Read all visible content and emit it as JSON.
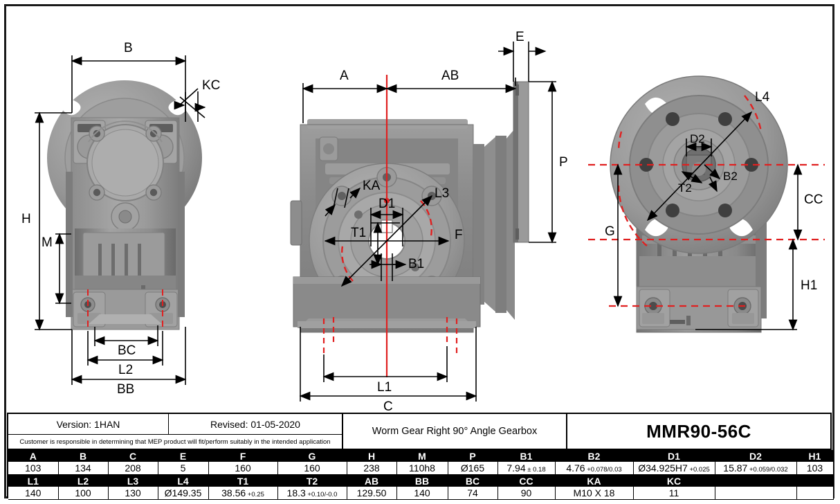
{
  "drawing": {
    "views": {
      "left": {
        "name": "input-end-elevation",
        "labels": [
          "B",
          "KC",
          "H",
          "M",
          "BC",
          "L2",
          "BB"
        ]
      },
      "center": {
        "name": "output-flange-plan",
        "labels": [
          "A",
          "AB",
          "E",
          "P",
          "KA",
          "L3",
          "D1",
          "T1",
          "F",
          "B1",
          "L1",
          "C"
        ]
      },
      "right": {
        "name": "output-end-elevation",
        "labels": [
          "L4",
          "D2",
          "B2",
          "T2",
          "CC",
          "G",
          "H1"
        ]
      }
    }
  },
  "titleblock": {
    "version": "Version: 1HAN",
    "revised": "Revised: 01-05-2020",
    "disclaimer": "Customer is responsible in determining that MEP product will fit/perform suitably in the intended application",
    "description": "Worm Gear Right 90° Angle Gearbox",
    "model": "MMR90-56C"
  },
  "spec_table": {
    "row1_headers": [
      "A",
      "B",
      "C",
      "E",
      "F",
      "G",
      "H",
      "M",
      "P",
      "B1",
      "B2",
      "D1",
      "D2",
      "H1"
    ],
    "row1_values": [
      {
        "main": "103",
        "tol": ""
      },
      {
        "main": "134",
        "tol": ""
      },
      {
        "main": "208",
        "tol": ""
      },
      {
        "main": "5",
        "tol": ""
      },
      {
        "main": "160",
        "tol": ""
      },
      {
        "main": "160",
        "tol": ""
      },
      {
        "main": "238",
        "tol": ""
      },
      {
        "main": "110h8",
        "tol": ""
      },
      {
        "main": "Ø165",
        "tol": ""
      },
      {
        "main": "7.94",
        "tol": "± 0.18"
      },
      {
        "main": "4.76",
        "tol": "+0.078/0.03"
      },
      {
        "main": "Ø34.925H7",
        "tol": "+0.025"
      },
      {
        "main": "15.87",
        "tol": "+0.059/0.032"
      },
      {
        "main": "103",
        "tol": ""
      }
    ],
    "row2_headers": [
      "L1",
      "L2",
      "L3",
      "L4",
      "T1",
      "T2",
      "AB",
      "BB",
      "BC",
      "CC",
      "KA",
      "KC",
      "",
      ""
    ],
    "row2_values": [
      {
        "main": "140",
        "tol": ""
      },
      {
        "main": "100",
        "tol": ""
      },
      {
        "main": "130",
        "tol": ""
      },
      {
        "main": "Ø149.35",
        "tol": ""
      },
      {
        "main": "38.56",
        "tol": "+0.25"
      },
      {
        "main": "18.3",
        "tol": "+0.10/-0.0"
      },
      {
        "main": "129.50",
        "tol": ""
      },
      {
        "main": "140",
        "tol": ""
      },
      {
        "main": "74",
        "tol": ""
      },
      {
        "main": "90",
        "tol": ""
      },
      {
        "main": "M10 X 18",
        "tol": ""
      },
      {
        "main": "11",
        "tol": ""
      },
      {
        "main": "",
        "tol": ""
      },
      {
        "main": "",
        "tol": ""
      }
    ]
  },
  "colors": {
    "line": "#000000",
    "centerline": "#e02020",
    "body_light": "#b0b0b0",
    "body_mid": "#8f8f8f",
    "body_dark": "#6e6e6e",
    "body_darker": "#565656"
  }
}
